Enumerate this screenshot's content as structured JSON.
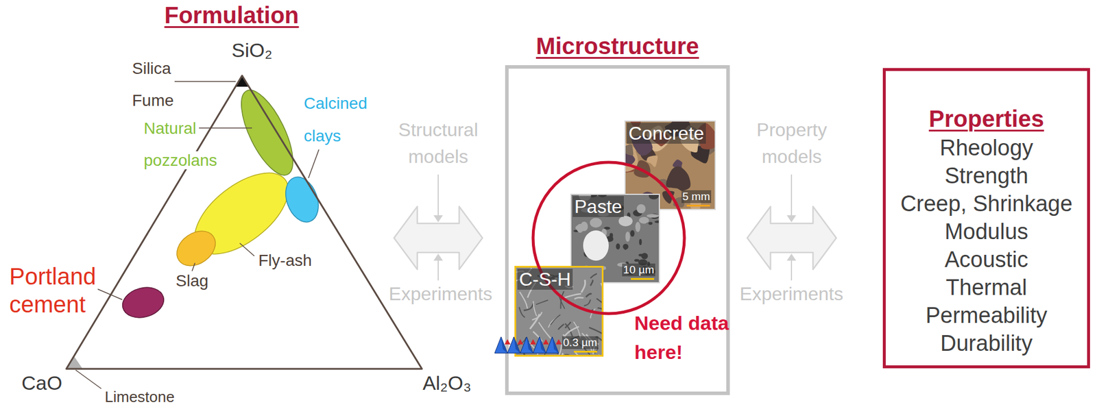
{
  "diagram": {
    "nodes": [
      {
        "text": [
          "Formulation"
        ]
      },
      {
        "text": [
          "Microstructure"
        ]
      },
      {
        "text": [
          "Concrete",
          "5 mm"
        ],
        "in": 1
      },
      {
        "text": [
          "Paste",
          "10 µm"
        ],
        "in": 1
      },
      {
        "text": [
          "C-S-H",
          "0.3 µm"
        ],
        "in": 1
      },
      {
        "text": [
          "Properties",
          "Rheology",
          "Strength",
          "Creep, Shrinkage",
          "Modulus",
          "Acoustic",
          "Thermal",
          "Permeability",
          "Durability"
        ]
      }
    ],
    "edges": [
      {
        "from": 0,
        "to": 1,
        "arrow": "both",
        "label": "Structural models"
      },
      {
        "from": 1,
        "to": 5,
        "arrow": "both",
        "label": "Property models"
      }
    ],
    "labels": [
      "SiO₂",
      "CaO",
      "Al₂O₃",
      "Silica Fume",
      "Natural pozzolans",
      "Calcined clays",
      "Fly-ash",
      "Slag",
      "Portland cement",
      "Limestone",
      "Experiments",
      "Experiments",
      "Need data here!"
    ]
  }
}
